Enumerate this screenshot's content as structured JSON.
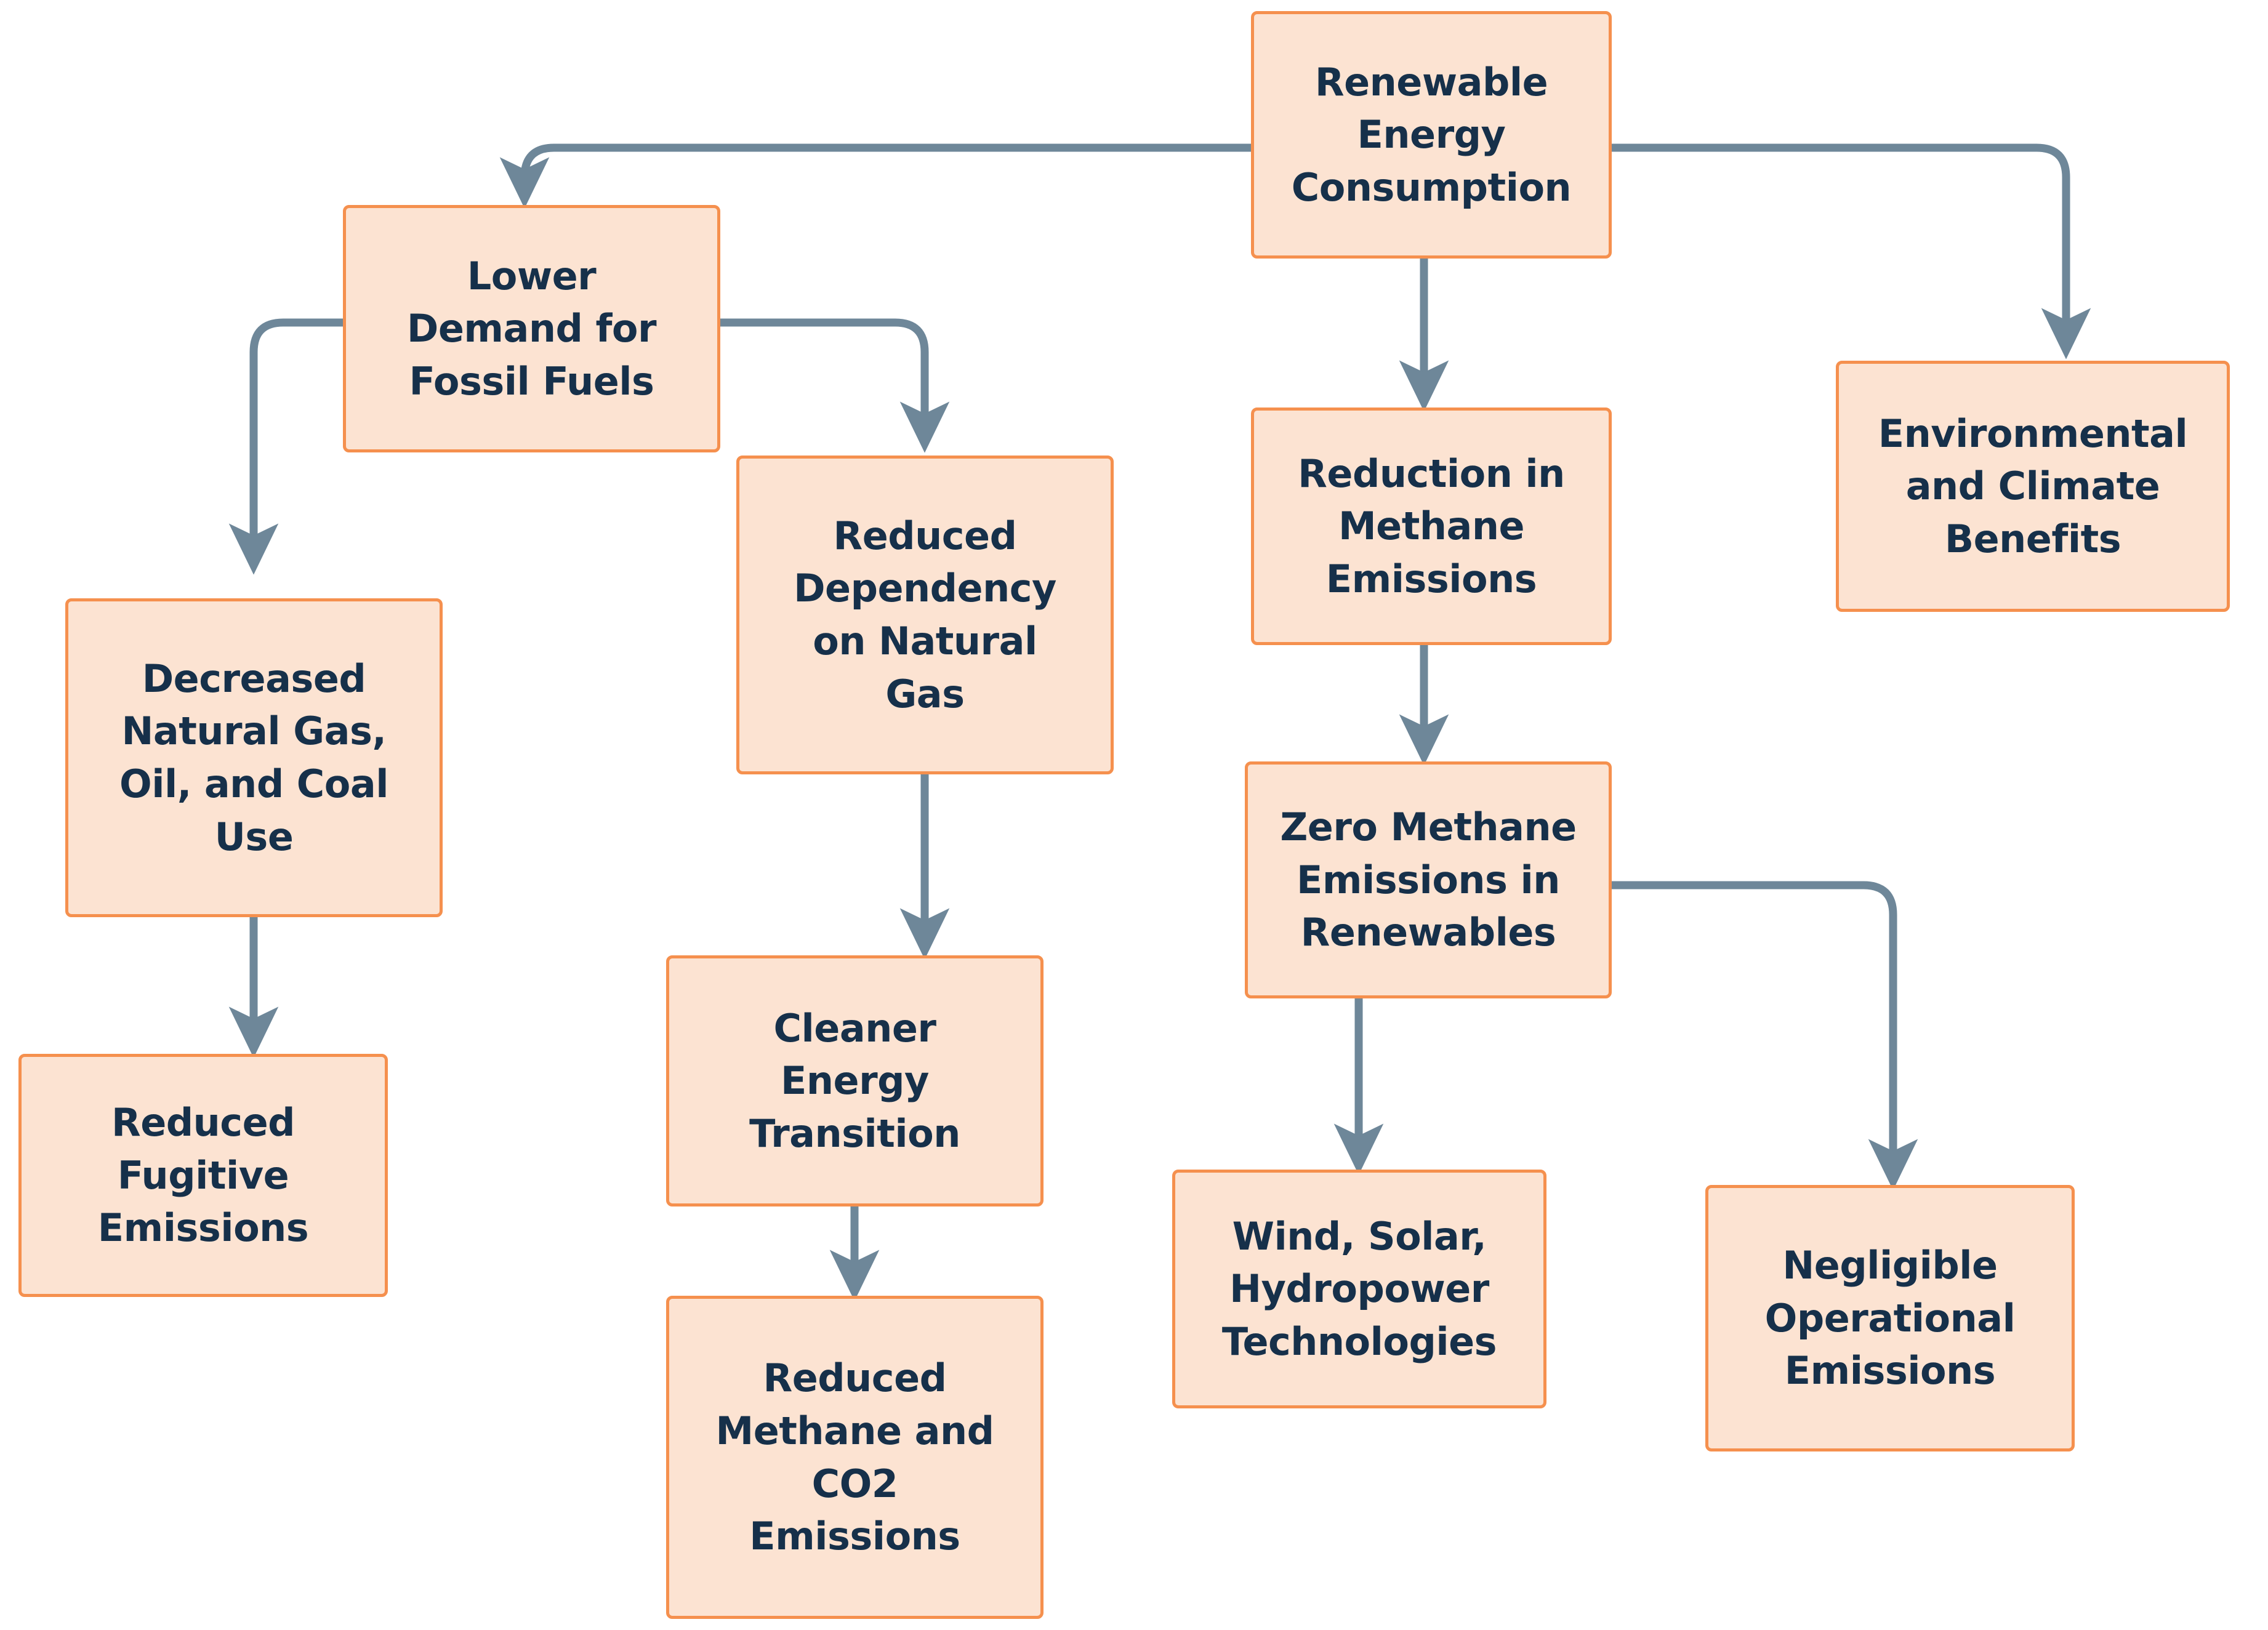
{
  "diagram": {
    "title": "Renewable Energy Consumption Impact Flowchart",
    "node_fill_color": "#FCE3D2",
    "node_border_color": "#F5904E",
    "node_text_color": "#16304A",
    "edge_color": "#6E8799",
    "background_color": "#FFFFFF"
  },
  "nodes": {
    "renewable_energy_consumption": "Renewable\nEnergy\nConsumption",
    "lower_demand_fossil_fuels": "Lower\nDemand for\nFossil Fuels",
    "decreased_gas_oil_coal": "Decreased\nNatural Gas,\nOil, and Coal\nUse",
    "reduced_fugitive_emissions": "Reduced\nFugitive\nEmissions",
    "reduced_dependency_natural_gas": "Reduced\nDependency\non Natural\nGas",
    "cleaner_energy_transition": "Cleaner\nEnergy\nTransition",
    "reduced_methane_co2_emissions": "Reduced\nMethane and\nCO2\nEmissions",
    "reduction_methane_emissions": "Reduction in\nMethane\nEmissions",
    "zero_methane_emissions_renewables": "Zero Methane\nEmissions in\nRenewables",
    "wind_solar_hydropower": "Wind, Solar,\nHydropower\nTechnologies",
    "negligible_operational_emissions": "Negligible\nOperational\nEmissions",
    "environmental_climate_benefits": "Environmental\nand Climate\nBenefits"
  },
  "edges": [
    {
      "from": "renewable_energy_consumption",
      "to": "lower_demand_fossil_fuels"
    },
    {
      "from": "renewable_energy_consumption",
      "to": "reduction_methane_emissions"
    },
    {
      "from": "renewable_energy_consumption",
      "to": "environmental_climate_benefits"
    },
    {
      "from": "lower_demand_fossil_fuels",
      "to": "decreased_gas_oil_coal"
    },
    {
      "from": "lower_demand_fossil_fuels",
      "to": "reduced_dependency_natural_gas"
    },
    {
      "from": "decreased_gas_oil_coal",
      "to": "reduced_fugitive_emissions"
    },
    {
      "from": "reduced_dependency_natural_gas",
      "to": "cleaner_energy_transition"
    },
    {
      "from": "cleaner_energy_transition",
      "to": "reduced_methane_co2_emissions"
    },
    {
      "from": "reduction_methane_emissions",
      "to": "zero_methane_emissions_renewables"
    },
    {
      "from": "zero_methane_emissions_renewables",
      "to": "wind_solar_hydropower"
    },
    {
      "from": "zero_methane_emissions_renewables",
      "to": "negligible_operational_emissions"
    }
  ]
}
